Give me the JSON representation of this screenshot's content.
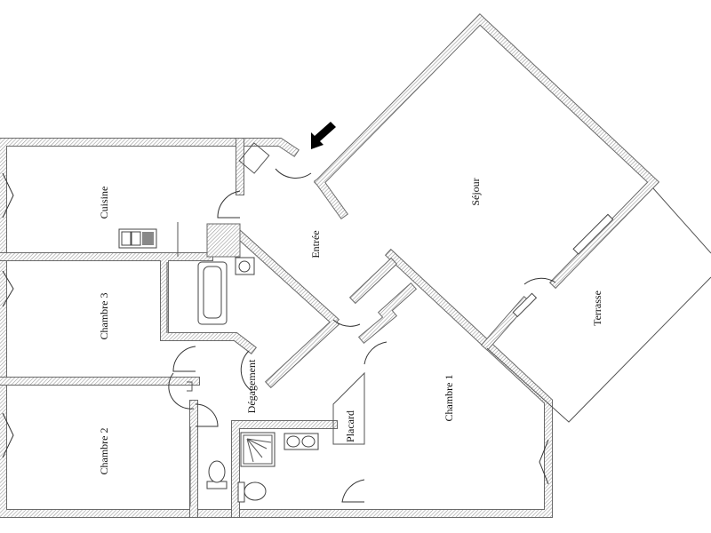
{
  "plan": {
    "rooms": {
      "cuisine": "Cuisine",
      "chambre3": "Chambre 3",
      "chambre2": "Chambre 2",
      "entree": "Entrée",
      "sejour": "Séjour",
      "terrasse": "Terrasse",
      "chambre1": "Chambre 1",
      "degagement": "Dégagement",
      "placard": "Placard"
    },
    "entrance_marker": "arrow-icon",
    "colors": {
      "wall_hatch": "#9a9a9a",
      "line": "#333333",
      "arrow": "#000000"
    }
  }
}
